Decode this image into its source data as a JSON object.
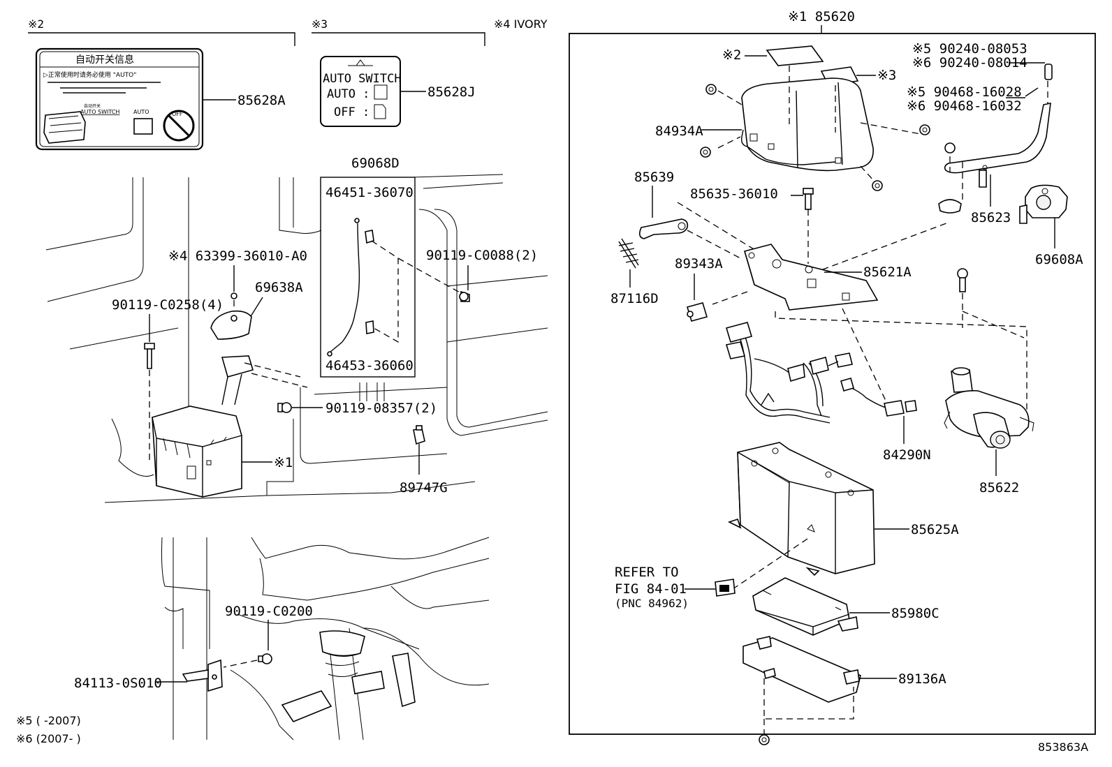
{
  "notes_top": {
    "note2": "※2",
    "note3": "※3",
    "note4": "※4 IVORY"
  },
  "group_box": {
    "header": "※1 85620"
  },
  "label_cn": {
    "title": "自动开关信息",
    "line1": "▷正常使用时请务必使用 \"AUTO\"",
    "small1": "自动开关",
    "switch_label": "AUTO SWITCH",
    "auto": "AUTO",
    "off": "OFF"
  },
  "label_en": {
    "line1": "AUTO SWITCH",
    "auto_label": "AUTO :",
    "off_label": "OFF :"
  },
  "parts": {
    "p85628A": "85628A",
    "p85628J": "85628J",
    "p69068D": "69068D",
    "p46451": "46451-36070",
    "p46453": "46453-36060",
    "p90119_C0088": "90119-C0088(2)",
    "p63399": "※4 63399-36010-A0",
    "p69638A": "69638A",
    "p90119_C0258": "90119-C0258(4)",
    "p90119_08357": "90119-08357(2)",
    "p89747G": "89747G",
    "p90119_C0200": "90119-C0200",
    "p84113": "84113-0S010",
    "p85620_note2": "※2",
    "p85620_note3": "※3",
    "p90240_08053": "※5 90240-08053",
    "p90240_08014": "※6 90240-08014",
    "p90468_16028": "※5 90468-16028",
    "p90468_16032": "※6 90468-16032",
    "p84934A": "84934A",
    "p85639": "85639",
    "p85635": "85635-36010",
    "p85623": "85623",
    "p69608A": "69608A",
    "p87116D": "87116D",
    "p89343A": "89343A",
    "p85621A": "85621A",
    "p84290N": "84290N",
    "p85622": "85622",
    "p85625A": "85625A",
    "p85980C": "85980C",
    "p89136A": "89136A",
    "mark1": "※1"
  },
  "refer": {
    "line1": "REFER TO",
    "line2": "FIG 84-01",
    "line3": "(PNC 84962)"
  },
  "footnotes": {
    "f5": "※5 (      -2007)",
    "f6": "※6 (2007-      )"
  },
  "figure_id": "853863A"
}
